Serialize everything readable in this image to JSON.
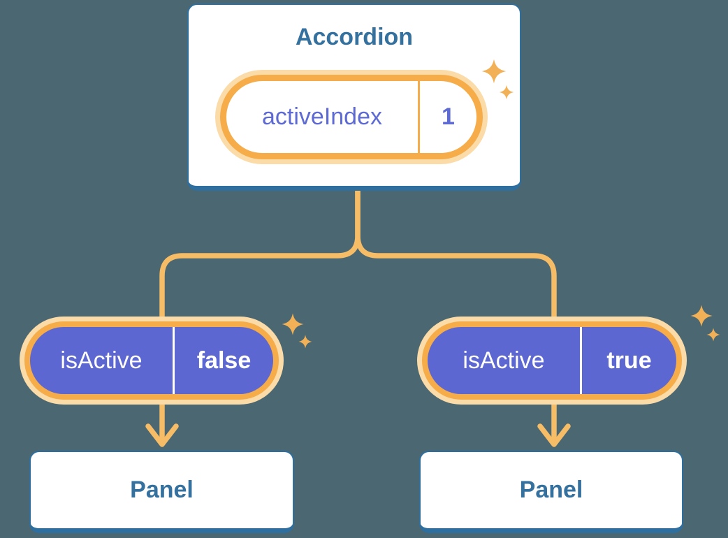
{
  "colors": {
    "background": "#4A6772",
    "card-bg": "#FFFFFF",
    "card-border": "#2E6F9F",
    "blue-text": "#35719F",
    "orange": "#F5AC49",
    "orange-glow": "#FBDBA7",
    "orange-line": "#F6BC66",
    "sparkle": "#F2B156",
    "purple": "#5D67D1",
    "purple-text": "#5E6AD3",
    "white-text": "#FFFFFF"
  },
  "accordion": {
    "title": "Accordion",
    "state": {
      "name": "activeIndex",
      "value": "1"
    }
  },
  "children": [
    {
      "prop": {
        "name": "isActive",
        "value": "false"
      },
      "label": "Panel"
    },
    {
      "prop": {
        "name": "isActive",
        "value": "true"
      },
      "label": "Panel"
    }
  ]
}
